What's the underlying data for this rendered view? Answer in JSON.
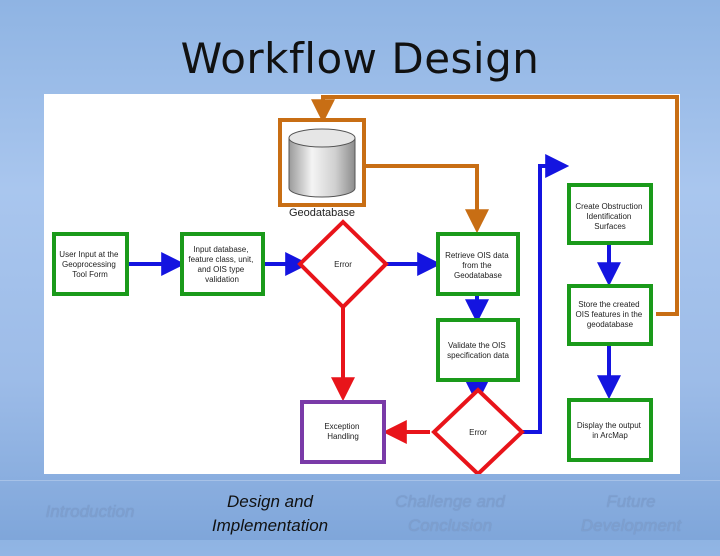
{
  "slide": {
    "title": "Workflow Design"
  },
  "diagram": {
    "nodes": {
      "geodatabase": "Geodatabase",
      "user_input": [
        "User Input at the",
        "Geoprocessing",
        "Tool Form"
      ],
      "input_database": [
        "Input database,",
        "feature class, unit,",
        "and OIS type",
        "validation"
      ],
      "error_1": "Error",
      "retrieve_ois": [
        "Retrieve OIS data",
        "from the",
        "Geodatabase"
      ],
      "create_obstruction": [
        "Create Obstruction",
        "Identification",
        "Surfaces"
      ],
      "store_created": [
        "Store the created",
        "OIS features in the",
        "geodatabase"
      ],
      "validate_ois": [
        "Validate the OIS",
        "specification data"
      ],
      "exception": [
        "Exception",
        "Handling"
      ],
      "error_2": "Error",
      "display_output": [
        "Display the output",
        "in ArcMap"
      ]
    },
    "colors": {
      "process_box": "#1a9a1a",
      "decision": "#e8141a",
      "exception_box": "#7a3aa8",
      "database_box": "#c86e14",
      "flow_arrow": "#1414e0",
      "error_arrow": "#e8141a",
      "db_arrow": "#c86e14"
    }
  },
  "nav": {
    "items": [
      {
        "label": "Introduction"
      },
      {
        "label": "Design and Implementation"
      },
      {
        "label": "Challenge and Conclusion"
      },
      {
        "label": "Future Development"
      }
    ]
  }
}
